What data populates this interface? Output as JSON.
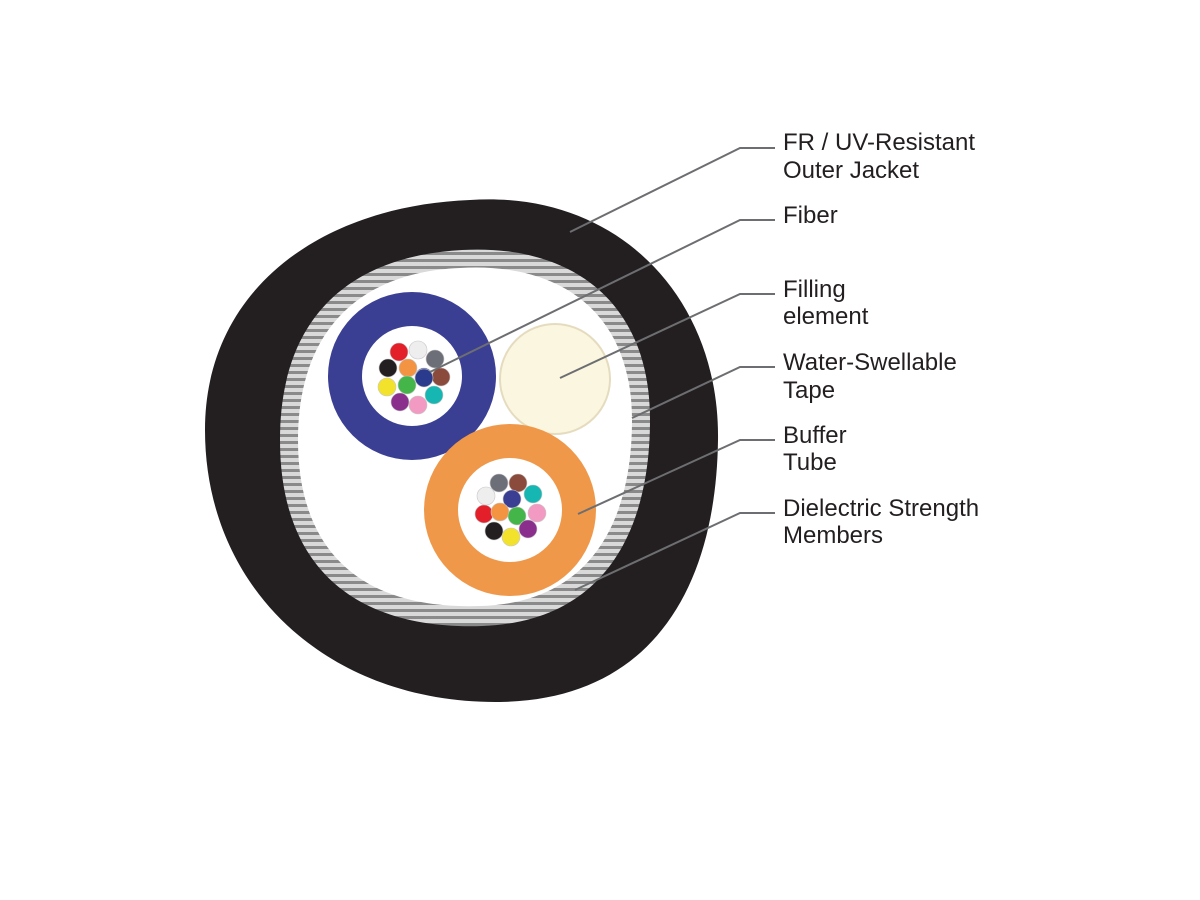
{
  "diagram": {
    "labels": [
      {
        "id": "outer-jacket",
        "lines": [
          "FR / UV-Resistant",
          "Outer Jacket"
        ]
      },
      {
        "id": "fiber",
        "lines": [
          "Fiber"
        ]
      },
      {
        "id": "filling-element",
        "lines": [
          "Filling",
          "element"
        ]
      },
      {
        "id": "water-swellable-tape",
        "lines": [
          "Water-Swellable",
          "Tape"
        ]
      },
      {
        "id": "buffer-tube",
        "lines": [
          "Buffer",
          "Tube"
        ]
      },
      {
        "id": "dielectric-strength-members",
        "lines": [
          "Dielectric Strength",
          "Members"
        ]
      }
    ],
    "colors": {
      "jacket": "#231f20",
      "tape": "#ffffff",
      "strength_member_stripe": "#8a8a8a",
      "tube_blue": "#3b3f94",
      "tube_orange": "#f0984a",
      "filler": "#fbf6df",
      "leader": "#6d6e71"
    },
    "fiber_colors_blue_tube": [
      "#e3202a",
      "#eeeeee",
      "#6d6f78",
      "#231f20",
      "#f39443",
      "#3b3f94",
      "#8a4a3c",
      "#f2e22c",
      "#44b649",
      "#2a3a8c",
      "#16b6b2",
      "#8a2f8c",
      "#f39ac2"
    ],
    "fiber_colors_orange_tube": [
      "#6d6f78",
      "#8a4a3c",
      "#eeeeee",
      "#3b3f94",
      "#16b6b2",
      "#e3202a",
      "#f39443",
      "#44b649",
      "#f39ac2",
      "#231f20",
      "#f2e22c",
      "#8a2f8c"
    ]
  }
}
